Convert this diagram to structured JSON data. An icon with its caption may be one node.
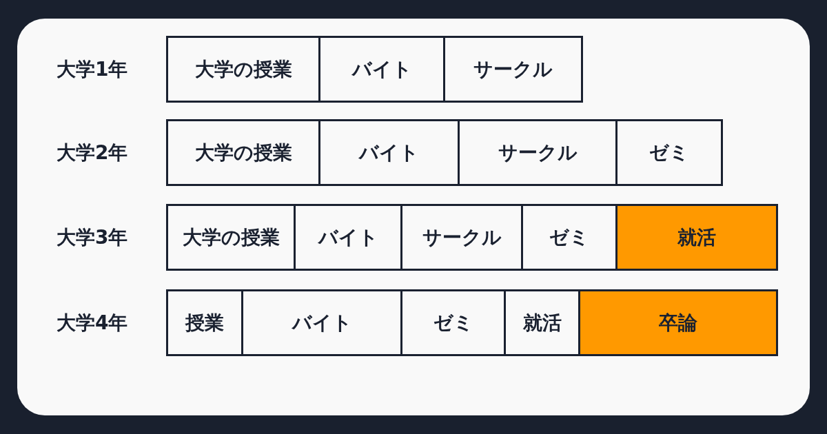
{
  "diagram": {
    "nodes": [
      {
        "text": [
          "大学の授業"
        ]
      },
      {
        "text": [
          "バイト"
        ]
      },
      {
        "text": [
          "サークル"
        ]
      },
      {
        "text": [
          "大学の授業"
        ]
      },
      {
        "text": [
          "バイト"
        ]
      },
      {
        "text": [
          "サークル"
        ]
      },
      {
        "text": [
          "ゼミ"
        ]
      },
      {
        "text": [
          "大学の授業"
        ]
      },
      {
        "text": [
          "バイト"
        ]
      },
      {
        "text": [
          "サークル"
        ]
      },
      {
        "text": [
          "ゼミ"
        ]
      },
      {
        "text": [
          "就活"
        ]
      },
      {
        "text": [
          "授業"
        ]
      },
      {
        "text": [
          "バイト"
        ]
      },
      {
        "text": [
          "ゼミ"
        ]
      },
      {
        "text": [
          "就活"
        ]
      },
      {
        "text": [
          "卒論"
        ]
      }
    ],
    "labels": [
      "大学1年",
      "大学2年",
      "大学3年",
      "大学4年"
    ]
  }
}
